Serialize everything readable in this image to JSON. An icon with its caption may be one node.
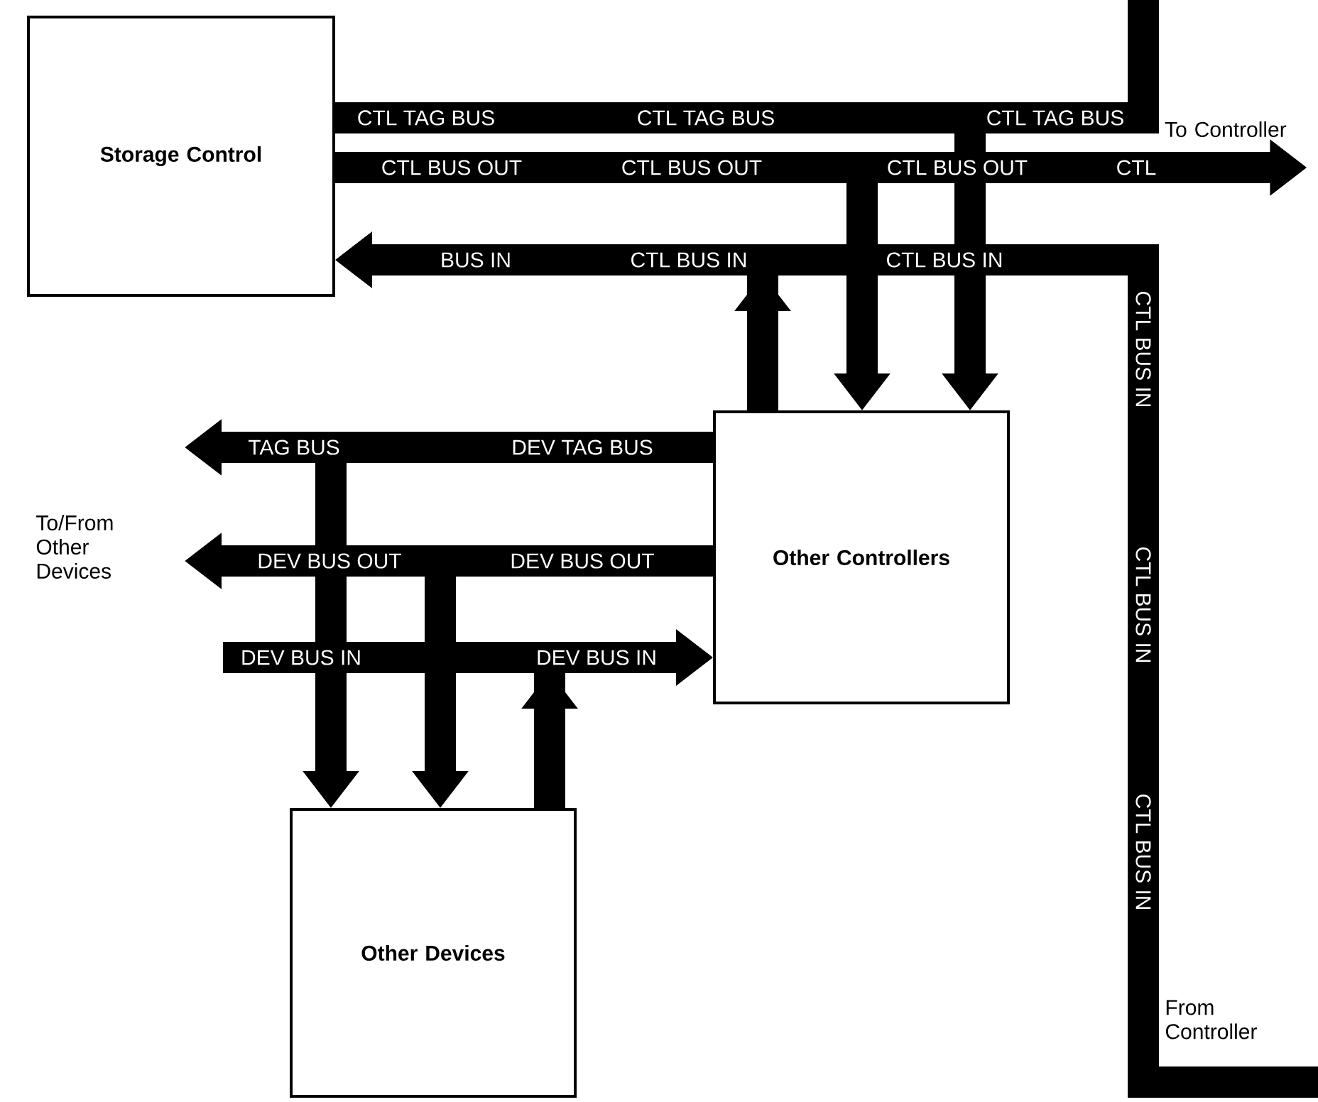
{
  "diagram": {
    "nodes": [
      {
        "text": [
          "Storage Control"
        ]
      },
      {
        "text": [
          "Other Controllers"
        ]
      },
      {
        "text": [
          "Other Devices"
        ]
      },
      {
        "text": [
          "To Controller"
        ]
      }
    ],
    "edges": [
      {
        "from": 0,
        "to": null,
        "arrow": "none",
        "label": "CTL TAG BUS"
      },
      {
        "from": 0,
        "to": 1,
        "arrow": "to"
      },
      {
        "from": 0,
        "to": 3,
        "arrow": "to",
        "label": "CTL BUS OUT"
      },
      {
        "from": 0,
        "to": 1,
        "arrow": "to"
      },
      {
        "from": null,
        "to": 0,
        "arrow": "to",
        "label": "BUS IN"
      },
      {
        "from": 1,
        "to": 0,
        "arrow": "to"
      },
      {
        "from": 1,
        "to": null,
        "arrow": "to",
        "label": "TAG BUS"
      },
      {
        "from": 1,
        "to": 2,
        "arrow": "to"
      },
      {
        "from": 1,
        "to": null,
        "arrow": "to",
        "label": "DEV BUS OUT"
      },
      {
        "from": 1,
        "to": 2,
        "arrow": "to"
      },
      {
        "from": null,
        "to": 1,
        "arrow": "to",
        "label": "DEV BUS IN"
      },
      {
        "from": 2,
        "to": 1,
        "arrow": "to"
      }
    ],
    "labels": [
      "CTL TAG BUS",
      "CTL TAG BUS",
      "CTL BUS OUT",
      "CTL BUS OUT",
      "CTL",
      "CTL BUS IN",
      "CTL BUS IN",
      "CTL BUS IN",
      "CTL BUS IN",
      "CTL BUS IN",
      "DEV TAG BUS",
      "DEV BUS OUT",
      "DEV BUS IN",
      "To/From Other Devices",
      "From Controller"
    ]
  }
}
